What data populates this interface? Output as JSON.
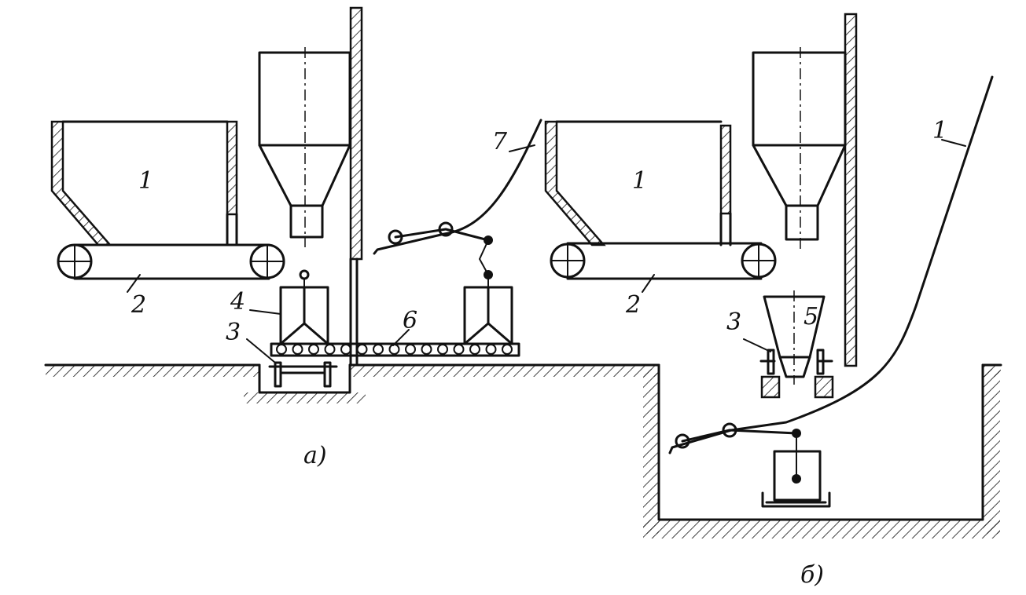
{
  "labels": {
    "a_bunker": "1",
    "a_conveyor": "2",
    "a_scale": "3",
    "a_box": "4",
    "a_roller": "6",
    "a_chute": "7",
    "b_bunker": "1",
    "b_conveyor": "2",
    "b_scale": "3",
    "b_funnel": "5",
    "b_chute": "1"
  },
  "captions": {
    "a": "а)",
    "b": "б)"
  }
}
